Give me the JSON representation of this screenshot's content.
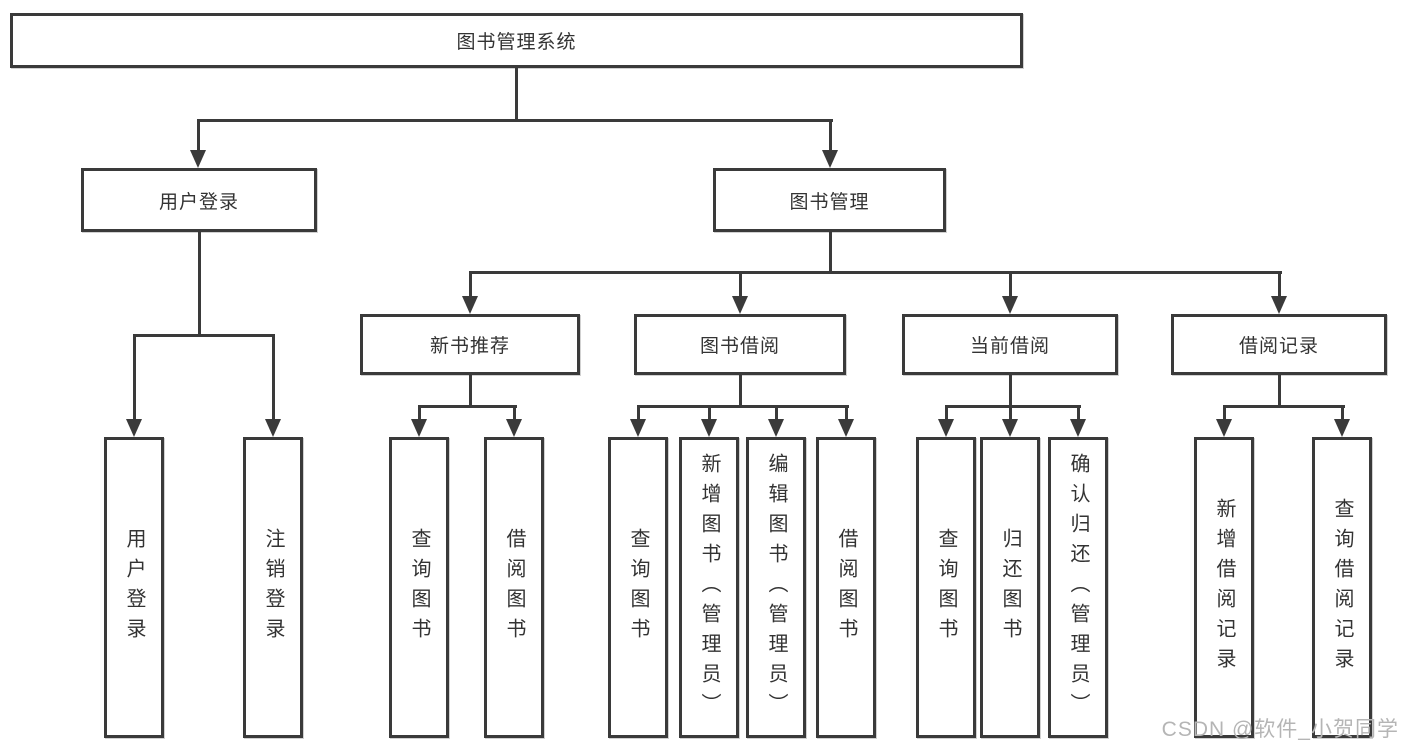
{
  "watermark": "CSDN @软件_小贺同学",
  "colors": {
    "line": "#3a3a3a",
    "box_background": "#ffffff",
    "text": "#333333",
    "watermark": "#b5b5b5"
  },
  "tree": {
    "label": "图书管理系统",
    "children": [
      {
        "label": "用户登录",
        "children": [
          {
            "label": "用户登录"
          },
          {
            "label": "注销登录"
          }
        ]
      },
      {
        "label": "图书管理",
        "children": [
          {
            "label": "新书推荐",
            "children": [
              {
                "label": "查询图书"
              },
              {
                "label": "借阅图书"
              }
            ]
          },
          {
            "label": "图书借阅",
            "children": [
              {
                "label": "查询图书"
              },
              {
                "label": "新增图书（管理员）"
              },
              {
                "label": "编辑图书（管理员）"
              },
              {
                "label": "借阅图书"
              }
            ]
          },
          {
            "label": "当前借阅",
            "children": [
              {
                "label": "查询图书"
              },
              {
                "label": "归还图书"
              },
              {
                "label": "确认归还（管理员）"
              }
            ]
          },
          {
            "label": "借阅记录",
            "children": [
              {
                "label": "新增借阅记录"
              },
              {
                "label": "查询借阅记录"
              }
            ]
          }
        ]
      }
    ]
  }
}
